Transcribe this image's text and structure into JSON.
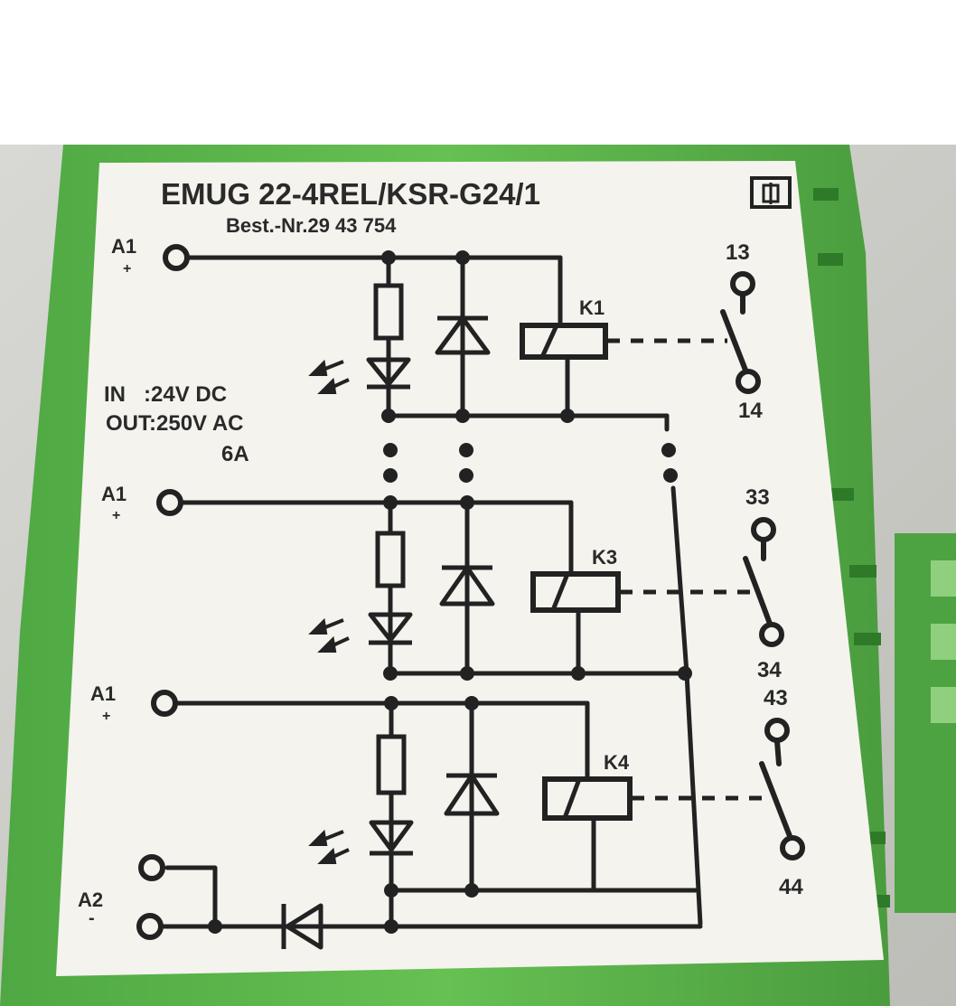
{
  "label": {
    "title": "EMUG 22-4REL/KSR-G24/1",
    "order_number": "Best.-Nr.29 43 754",
    "input_spec": "IN   :24V DC",
    "output_spec": "OUT:250V AC",
    "current_spec": "6A",
    "terminal_a1": "A1",
    "terminal_a2": "A2",
    "plus_sign": "+",
    "minus_sign": "-",
    "relays": [
      {
        "name": "K1",
        "contact_top": "13",
        "contact_bottom": "14"
      },
      {
        "name": "K3",
        "contact_top": "33",
        "contact_bottom": "34"
      },
      {
        "name": "K4",
        "contact_top": "43",
        "contact_bottom": "44"
      }
    ]
  },
  "colors": {
    "housing_green": "#5cb84a",
    "housing_dark": "#3f8e35",
    "label_white": "#f4f3ee",
    "ink": "#222222",
    "wall_grey": "#cfcfcb"
  }
}
